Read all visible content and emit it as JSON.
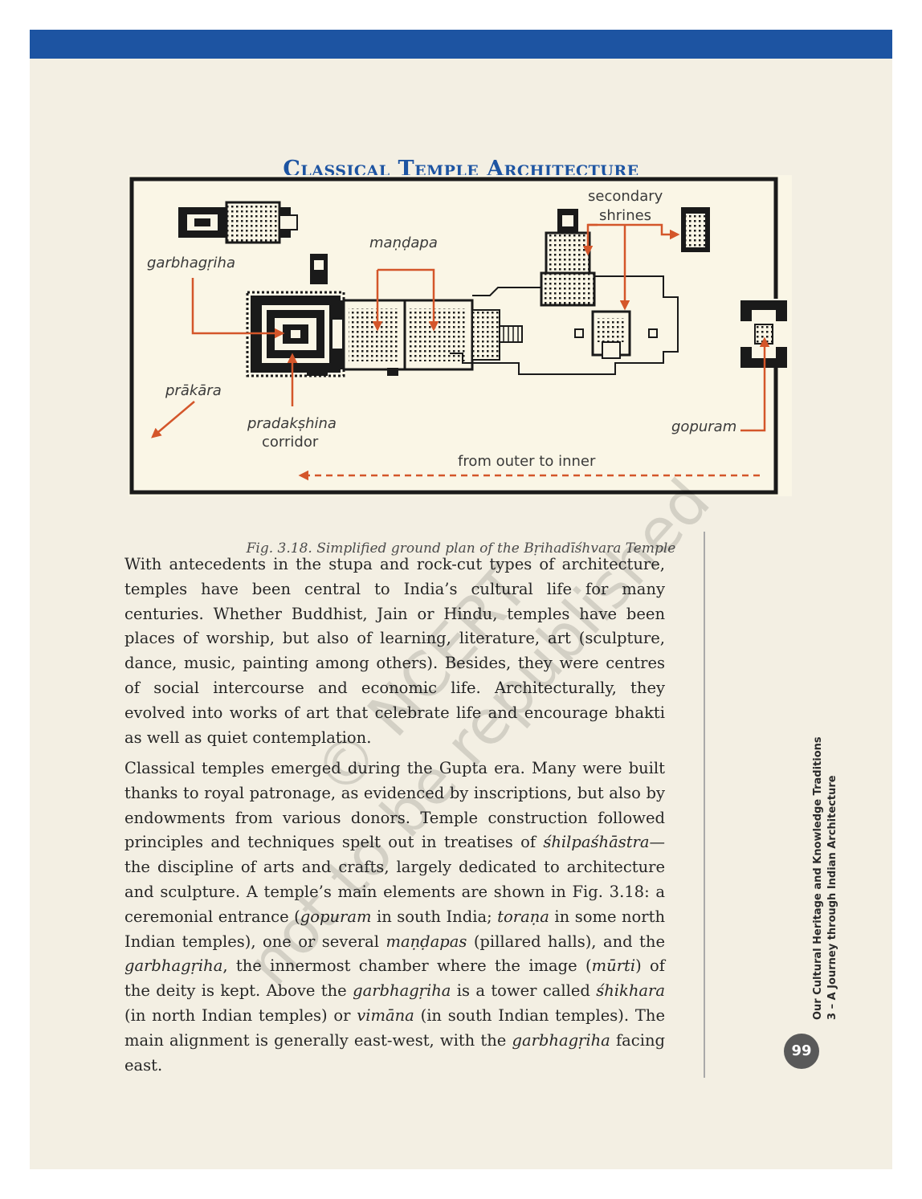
{
  "page": {
    "title": "Classical Temple Architecture",
    "page_number": "99",
    "side_line1": "Our Cultural Heritage and Knowledge Traditions",
    "side_line2": "3 – A Journey through Indian Architecture",
    "watermark_line1": "© NCERT",
    "watermark_line2": "not to be republished"
  },
  "figure": {
    "caption": "Fig. 3.18. Simplified ground plan of the Bṛihadīśhvara Temple",
    "labels": {
      "secondary_shrines_1": "secondary",
      "secondary_shrines_2": "shrines",
      "mandapa": "maṇḍapa",
      "garbhagriha": "garbhagṛiha",
      "prakara": "prākāra",
      "pradakshina_1": "pradakṣhina",
      "pradakshina_2": "corridor",
      "gopuram": "gopuram",
      "direction": "from outer to inner"
    },
    "colors": {
      "arrow": "#d4562a",
      "ink": "#1a1a1a"
    }
  },
  "body": {
    "p1": "With antecedents in the stupa and rock-cut types of architecture, temples have been central to India’s cultural life for many centuries. Whether Buddhist, Jain or Hindu, temples have been places of worship, but also of learning, literature, art (sculpture, dance, music, painting among others). Besides, they were centres of social intercourse and economic life. Architecturally, they evolved into works of art that celebrate life and encourage bhakti as well as quiet contemplation.",
    "p2": [
      {
        "t": "Classical temples emerged during the Gupta era. Many were built thanks to royal patronage, as evidenced by inscriptions, but also by endowments from various donors. Temple construction followed principles and techniques spelt out in treatises of "
      },
      {
        "t": "śhilpaśhāstra",
        "i": true
      },
      {
        "t": "—the discipline of arts and crafts, largely dedicated to architecture and sculpture. A temple’s main elements are shown in Fig. 3.18: a ceremonial entrance ("
      },
      {
        "t": "gopuram",
        "i": true
      },
      {
        "t": " in south India; "
      },
      {
        "t": "toraṇa",
        "i": true
      },
      {
        "t": " in some north Indian temples), one or several "
      },
      {
        "t": "maṇḍapas",
        "i": true
      },
      {
        "t": " (pillared halls), and the "
      },
      {
        "t": "garbhagṛiha",
        "i": true
      },
      {
        "t": ", the innermost chamber where the image ("
      },
      {
        "t": "mūrti",
        "i": true
      },
      {
        "t": ") of the deity is kept. Above the "
      },
      {
        "t": "garbhagṛiha",
        "i": true
      },
      {
        "t": " is a tower called "
      },
      {
        "t": "śhikhara",
        "i": true
      },
      {
        "t": " (in north Indian temples) or "
      },
      {
        "t": "vimāna",
        "i": true
      },
      {
        "t": " (in south Indian temples). The main alignment is generally east-west, with the "
      },
      {
        "t": "garbhagṛiha",
        "i": true
      },
      {
        "t": " facing east."
      }
    ]
  }
}
